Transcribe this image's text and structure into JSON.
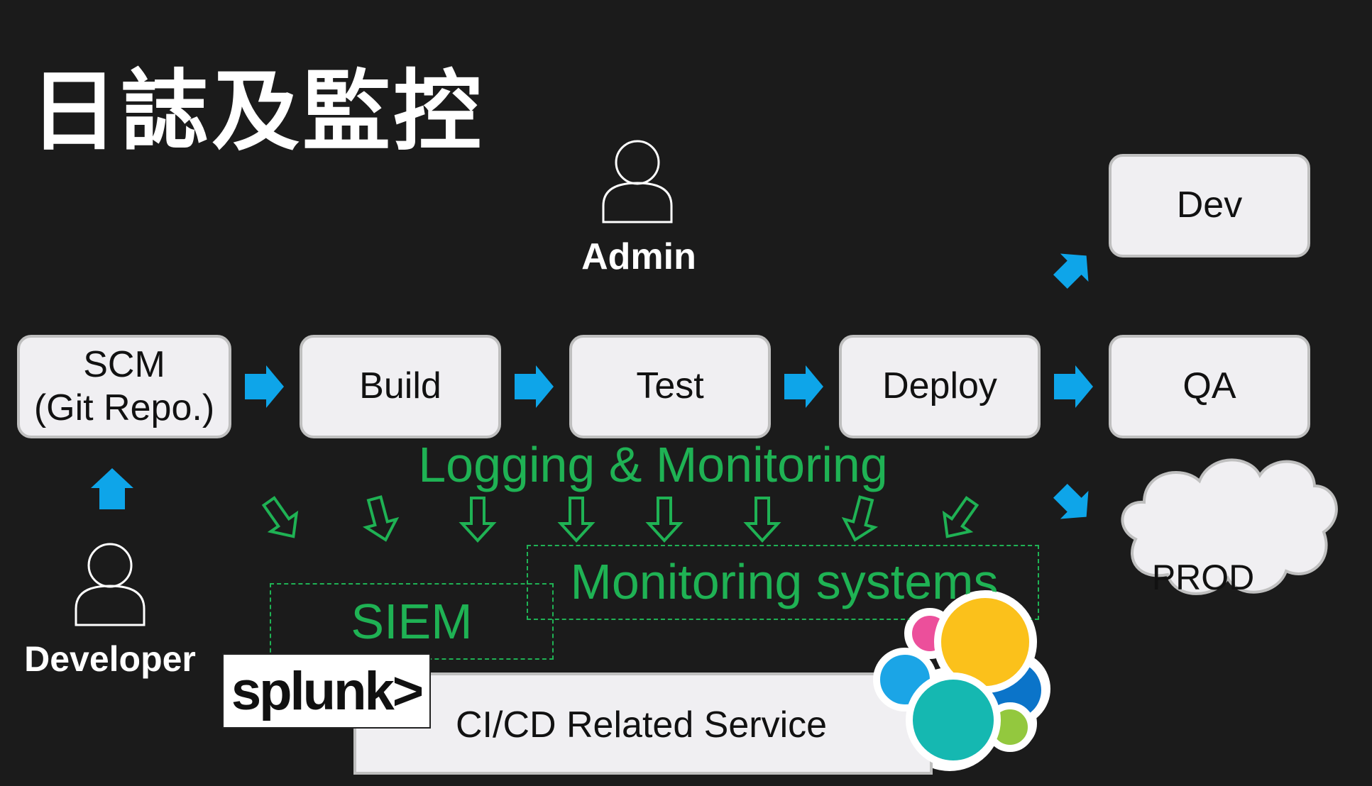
{
  "title": "日誌及監控",
  "actors": {
    "admin": "Admin",
    "developer": "Developer"
  },
  "pipeline": {
    "scm_line1": "SCM",
    "scm_line2": "(Git Repo.)",
    "build": "Build",
    "test": "Test",
    "deploy": "Deploy"
  },
  "environments": {
    "dev": "Dev",
    "qa": "QA",
    "prod": "PROD"
  },
  "logging_label": "Logging & Monitoring",
  "monitoring_systems": "Monitoring systems",
  "siem": "SIEM",
  "service": "CI/CD Related Service",
  "splunk_logo_text": "splunk>",
  "colors": {
    "background": "#1b1b1b",
    "box_fill": "#f0eff2",
    "box_border": "#bfbfbf",
    "arrow_blue": "#0ea5e9",
    "accent_green": "#1fb254"
  }
}
